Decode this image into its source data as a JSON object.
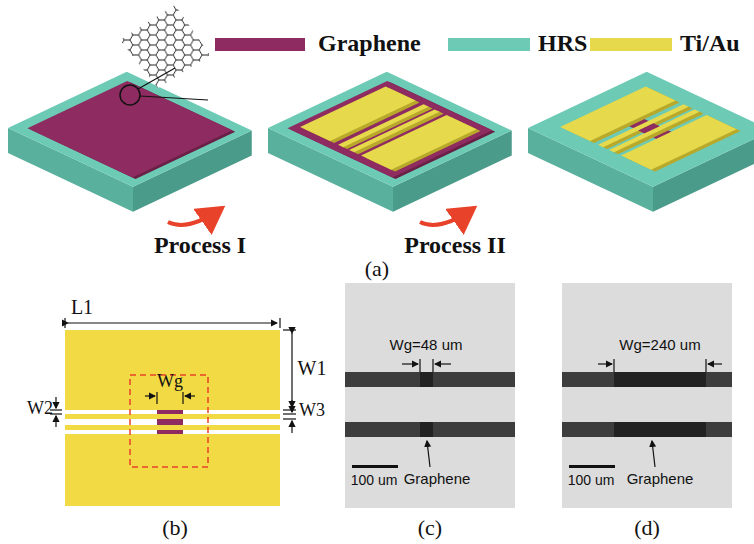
{
  "diagram": {
    "labels": [
      "Process I",
      "Process II",
      "(a)",
      "L1",
      "W1",
      "W2",
      "Wg",
      "W3",
      "(b)",
      "Wg=48 um",
      "Graphene",
      "100 um",
      "(c)",
      "Wg=240 um",
      "Graphene",
      "100 um",
      "(d)"
    ],
    "legend": [
      {
        "text": "Graphene",
        "color": "#8e2b60"
      },
      {
        "text": "HRS",
        "color": "#6ccab5"
      },
      {
        "text": "Ti/Au",
        "color": "#e6d94c"
      }
    ]
  }
}
